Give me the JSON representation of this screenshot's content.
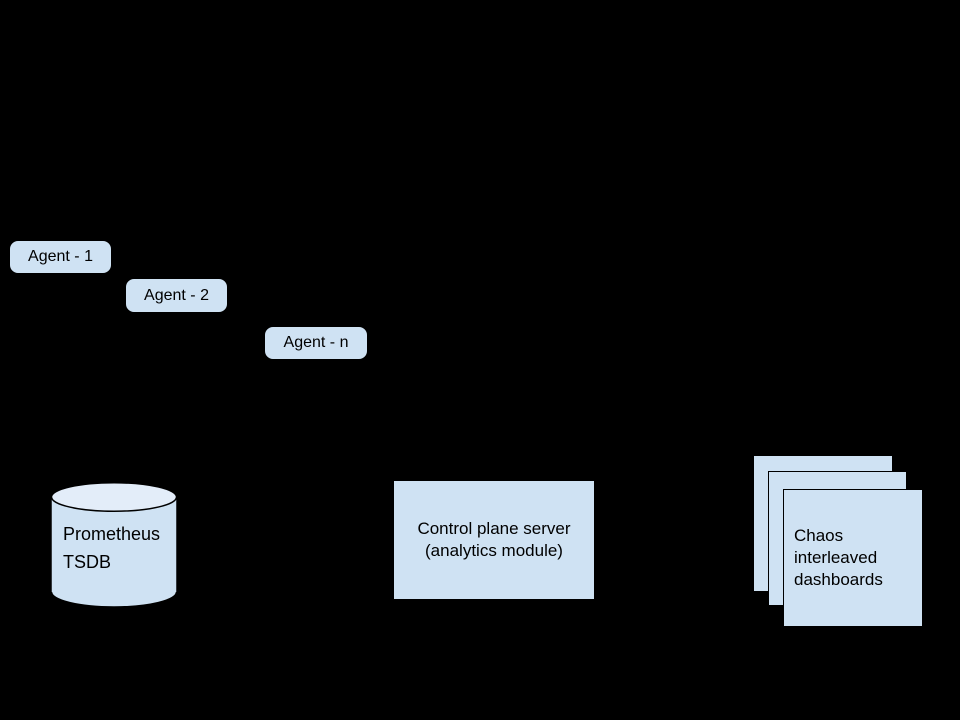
{
  "diagram": {
    "title": "chaos observability pipeline diagram",
    "colors": {
      "background": "#000000",
      "shape_fill": "#cfe2f3",
      "cylinder_top_fill": "#e3edf9",
      "outline": "#000000",
      "text": "#000000"
    },
    "agents": [
      {
        "label": "Agent - 1"
      },
      {
        "label": "Agent - 2"
      },
      {
        "label": "Agent - n"
      }
    ],
    "prometheus": {
      "line1": "Prometheus",
      "line2": "TSDB"
    },
    "control_plane": {
      "line1": "Control plane server",
      "line2": "(analytics module)"
    },
    "dashboards": {
      "line1": "Chaos",
      "line2": "interleaved",
      "line3": "dashboards"
    },
    "connector": {
      "arrowhead_direction": "right"
    }
  }
}
